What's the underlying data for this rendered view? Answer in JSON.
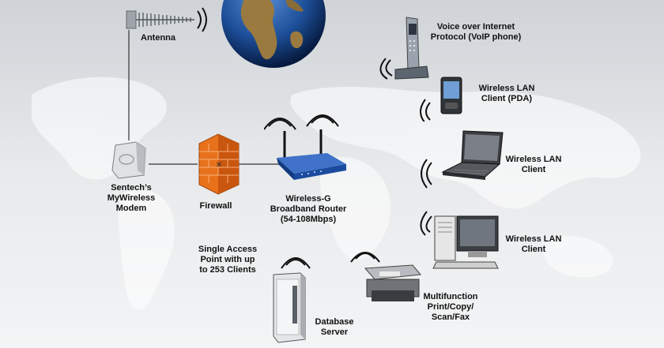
{
  "nodes": {
    "antenna": {
      "lines": [
        "Antenna"
      ]
    },
    "modem": {
      "lines": [
        "Sentech’s",
        "MyWireless",
        "Modem"
      ]
    },
    "firewall": {
      "lines": [
        "Firewall"
      ]
    },
    "router": {
      "lines": [
        "Wireless-G",
        "Broadband Router",
        "(54-108Mbps)"
      ]
    },
    "voip": {
      "lines": [
        "Voice over Internet",
        "Protocol (VoIP phone)"
      ]
    },
    "pda": {
      "lines": [
        "Wireless LAN",
        "Client (PDA)"
      ]
    },
    "laptop": {
      "lines": [
        "Wireless LAN",
        "Client"
      ]
    },
    "desktop": {
      "lines": [
        "Wireless LAN",
        "Client"
      ]
    },
    "printer": {
      "lines": [
        "Multifunction",
        "Print/Copy/",
        "Scan/Fax"
      ]
    },
    "server": {
      "lines": [
        "Database",
        "Server"
      ]
    },
    "access_point": {
      "lines": [
        "Single Access",
        "Point with up",
        "to 253 Clients"
      ]
    }
  },
  "colors": {
    "background": "#e4e6e8",
    "map_land": "#ffffff",
    "globe_ocean": "#1e4f9a",
    "globe_land": "#9a7a3e",
    "firewall_brick": "#e8721c",
    "router_body": "#2456a8",
    "connector_line": "#333333"
  }
}
